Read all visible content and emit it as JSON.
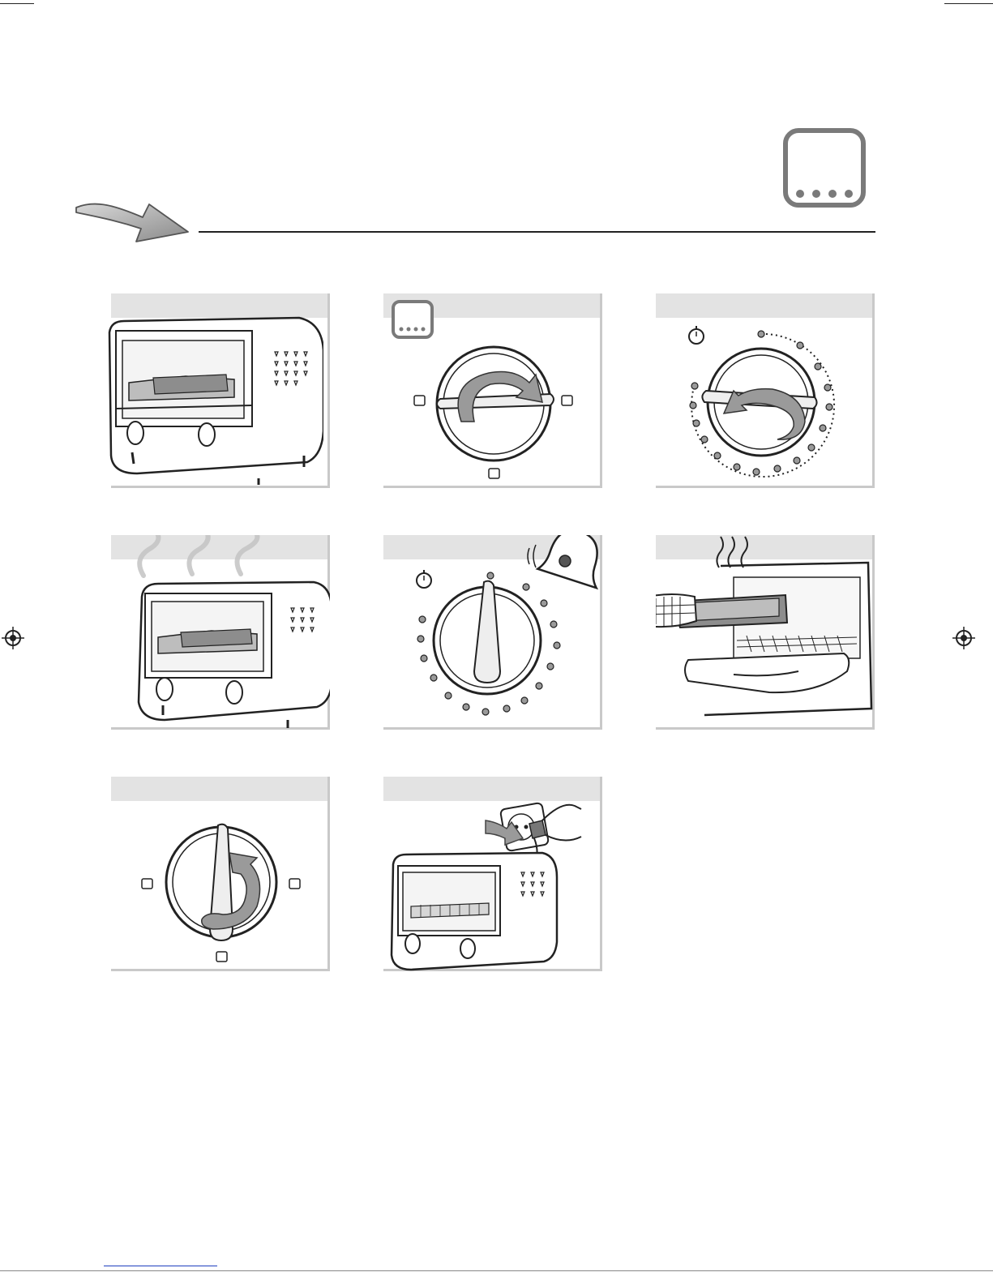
{
  "page": {
    "section_icon": "program-indicator-icon",
    "header_arrow": "right-arrow-icon",
    "panels": [
      {
        "id": 1,
        "icon": "toaster-oven-with-tray-icon"
      },
      {
        "id": 2,
        "icon": "function-knob-turn-icon"
      },
      {
        "id": 3,
        "icon": "timer-knob-turn-icon"
      },
      {
        "id": 4,
        "icon": "preheating-oven-steam-icon"
      },
      {
        "id": 5,
        "icon": "timer-bell-icon"
      },
      {
        "id": 6,
        "icon": "remove-tray-with-mitt-icon"
      },
      {
        "id": 7,
        "icon": "function-knob-off-icon"
      },
      {
        "id": 8,
        "icon": "unplug-oven-icon"
      }
    ]
  },
  "colors": {
    "panel_header": "#e3e3e3",
    "panel_shadow": "#c9c9c9",
    "icon_gray": "#7a7a7a",
    "line": "#222222",
    "link_blue": "#1f3fbf"
  }
}
